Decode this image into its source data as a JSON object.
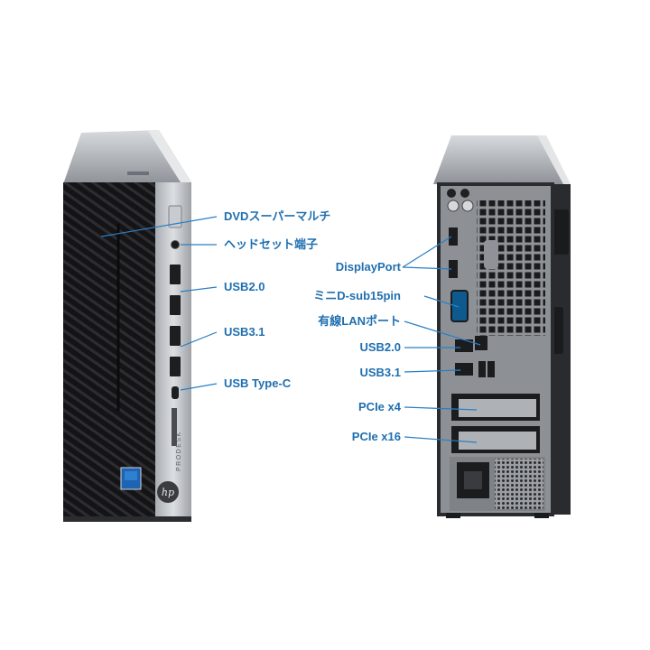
{
  "theme": {
    "label_color": "#1f6fb0",
    "line_color": "#2a7fc4",
    "case_black": "#1c1c1e",
    "case_silver": "#bfc2c6"
  },
  "front": {
    "brand_icon": "hp-logo-icon",
    "model_text": "PRODESK",
    "labels": [
      {
        "key": "dvd",
        "text": "DVDスーパーマルチ"
      },
      {
        "key": "headset",
        "text": "ヘッドセット端子"
      },
      {
        "key": "usb20",
        "text": "USB2.0"
      },
      {
        "key": "usb31",
        "text": "USB3.1"
      },
      {
        "key": "usbc",
        "text": "USB Type-C"
      }
    ]
  },
  "rear": {
    "labels": [
      {
        "key": "displayport",
        "text": "DisplayPort"
      },
      {
        "key": "dsub",
        "text": "ミニD-sub15pin"
      },
      {
        "key": "lan",
        "text": "有線LANポート"
      },
      {
        "key": "usb20",
        "text": "USB2.0"
      },
      {
        "key": "usb31",
        "text": "USB3.1"
      },
      {
        "key": "pcie4",
        "text": "PCIe x4"
      },
      {
        "key": "pcie16",
        "text": "PCIe x16"
      }
    ]
  }
}
